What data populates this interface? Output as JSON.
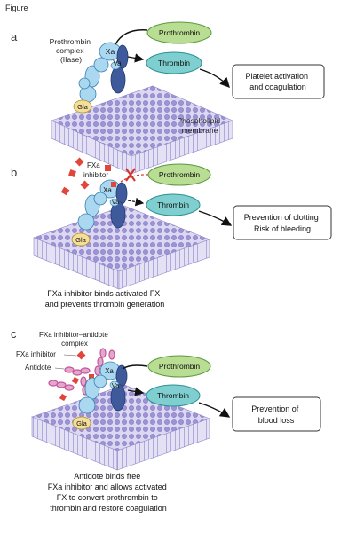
{
  "header": {
    "title": "Figure"
  },
  "colors": {
    "prothrombin": "#b9de93",
    "thrombin": "#7fcfd0",
    "xa": "#a9d8f0",
    "va": "#3f5a9b",
    "gla": "#f3df9a",
    "membrane": "#b8b2e0",
    "inhibitor": "#e0473a",
    "antidote": "#d67fb2",
    "blocked_arrow": "#d3332a"
  },
  "panel_a": {
    "letter": "a",
    "complex_label": [
      "Prothrombin",
      "complex",
      "(IIase)"
    ],
    "xa_label": "Xa",
    "va_label": "Va",
    "gla_label": "Gla",
    "prothrombin_label": "Prothrombin",
    "thrombin_label": "Thrombin",
    "outcome_lines": [
      "Platelet activation",
      "and coagulation"
    ],
    "membrane_label": [
      "Phospholipid",
      "membrane"
    ]
  },
  "panel_b": {
    "letter": "b",
    "inhibitor_label": [
      "FXa",
      "inhibitor"
    ],
    "xa_label": "Xa",
    "va_label": "Va",
    "gla_label": "Gla",
    "prothrombin_label": "Prothrombin",
    "thrombin_label": "Thrombin",
    "outcome_lines": [
      "Prevention of clotting",
      "Risk of bleeding"
    ],
    "caption_lines": [
      "FXa inhibitor binds activated FX",
      "and prevents thrombin generation"
    ]
  },
  "panel_c": {
    "letter": "c",
    "complex_label": [
      "FXa inhibitor–antidote",
      "complex"
    ],
    "inhibitor_label": "FXa inhibitor",
    "antidote_label": "Antidote",
    "xa_label": "Xa",
    "va_label": "Va",
    "gla_label": "Gla",
    "prothrombin_label": "Prothrombin",
    "thrombin_label": "Thrombin",
    "outcome_lines": [
      "Prevention of",
      "blood loss"
    ],
    "caption_lines": [
      "Antidote binds free",
      "FXa inhibitor and allows activated",
      "FX to convert prothrombin to",
      "thrombin and restore coagulation"
    ]
  }
}
